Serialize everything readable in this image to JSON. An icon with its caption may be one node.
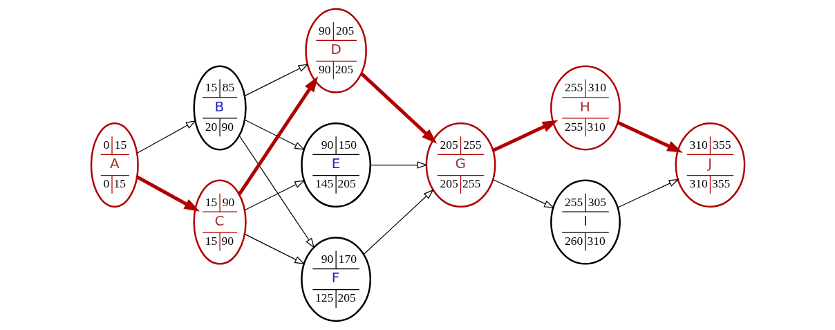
{
  "diagram": {
    "nodes": [
      {
        "text": [
          "0",
          "15",
          "A",
          "0",
          "15"
        ]
      },
      {
        "text": [
          "15",
          "85",
          "B",
          "20",
          "90"
        ]
      },
      {
        "text": [
          "15",
          "90",
          "C",
          "15",
          "90"
        ]
      },
      {
        "text": [
          "90",
          "205",
          "D",
          "90",
          "205"
        ]
      },
      {
        "text": [
          "90",
          "150",
          "E",
          "145",
          "205"
        ]
      },
      {
        "text": [
          "90",
          "170",
          "F",
          "125",
          "205"
        ]
      },
      {
        "text": [
          "205",
          "255",
          "G",
          "205",
          "255"
        ]
      },
      {
        "text": [
          "255",
          "310",
          "H",
          "255",
          "310"
        ]
      },
      {
        "text": [
          "255",
          "305",
          "I",
          "260",
          "310"
        ]
      },
      {
        "text": [
          "310",
          "355",
          "J",
          "310",
          "355"
        ]
      }
    ],
    "edges": [
      {
        "from": 0,
        "to": 1,
        "arrow": "to"
      },
      {
        "from": 0,
        "to": 2,
        "arrow": "to",
        "style": "thick",
        "color": "#b00000"
      },
      {
        "from": 1,
        "to": 3,
        "arrow": "to"
      },
      {
        "from": 1,
        "to": 4,
        "arrow": "to"
      },
      {
        "from": 1,
        "to": 5,
        "arrow": "to"
      },
      {
        "from": 2,
        "to": 3,
        "arrow": "to",
        "style": "thick",
        "color": "#b00000"
      },
      {
        "from": 2,
        "to": 4,
        "arrow": "to"
      },
      {
        "from": 2,
        "to": 5,
        "arrow": "to"
      },
      {
        "from": 3,
        "to": 6,
        "arrow": "to",
        "style": "thick",
        "color": "#b00000"
      },
      {
        "from": 4,
        "to": 6,
        "arrow": "to"
      },
      {
        "from": 5,
        "to": 6,
        "arrow": "to"
      },
      {
        "from": 6,
        "to": 7,
        "arrow": "to",
        "style": "thick",
        "color": "#b00000"
      },
      {
        "from": 6,
        "to": 8,
        "arrow": "to"
      },
      {
        "from": 7,
        "to": 9,
        "arrow": "to",
        "style": "thick",
        "color": "#b00000"
      },
      {
        "from": 8,
        "to": 9,
        "arrow": "to"
      }
    ]
  }
}
